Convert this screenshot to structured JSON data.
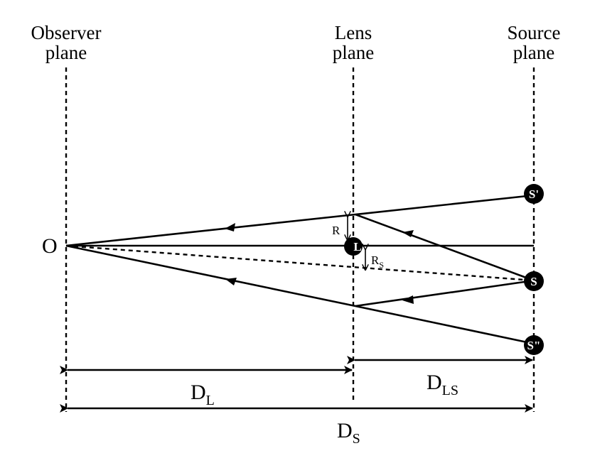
{
  "planes": {
    "observer": {
      "line1": "Observer",
      "line2": "plane"
    },
    "lens": {
      "line1": "Lens",
      "line2": "plane"
    },
    "source": {
      "line1": "Source",
      "line2": "plane"
    }
  },
  "points": {
    "observer": "O",
    "lens": "L",
    "source": "S",
    "image1": "S'",
    "image2": "S\""
  },
  "radii": {
    "einstein": "R",
    "source": {
      "base": "R",
      "sub": "S"
    }
  },
  "distances": {
    "lens": {
      "base": "D",
      "sub": "L"
    },
    "lens_source": {
      "base": "D",
      "sub": "LS"
    },
    "source": {
      "base": "D",
      "sub": "S"
    }
  },
  "colors": {
    "ink": "#000000",
    "background": "#ffffff"
  }
}
